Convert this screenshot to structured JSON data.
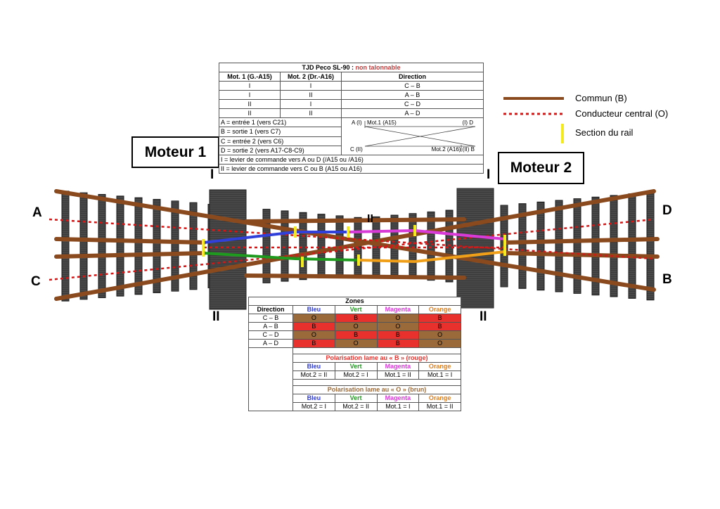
{
  "top_table": {
    "title": "TJD Peco SL-90 :",
    "title_note": "non talonnable",
    "col_mot1": "Mot. 1 (G.-A15)",
    "col_mot2": "Mot. 2 (Dr.-A16)",
    "col_direction": "Direction",
    "rows": [
      {
        "m1": "I",
        "m2": "I",
        "dir": "C – B"
      },
      {
        "m1": "I",
        "m2": "II",
        "dir": "A – B"
      },
      {
        "m1": "II",
        "m2": "I",
        "dir": "C – D"
      },
      {
        "m1": "II",
        "m2": "II",
        "dir": "A – D"
      }
    ],
    "entries": [
      "A = entrée 1 (vers C21)",
      "B = sortie 1 (vers C7)",
      "C = entrée 2 (vers C6)",
      "D = sortie 2 (vers A17-C8-C9)"
    ],
    "mini_diagram": {
      "a_label": "A (I)",
      "mot1_label": "Mot.1 (A15)",
      "d_label": "(I) D",
      "c_label": "C (II)",
      "mot2_label": "Mot.2 (A16) (II) B"
    },
    "note1": "I = levier de commande vers A ou D (/A15 ou /A16)",
    "note2": "II = levier de commande vers C ou B (A15 ou A16)"
  },
  "motors": {
    "motor1": "Moteur 1",
    "motor2": "Moteur 2"
  },
  "track_labels": {
    "A": "A",
    "B": "B",
    "C": "C",
    "D": "D",
    "m1_top": "I",
    "m1_bottom": "II",
    "m2_top": "I",
    "m2_bottom": "II",
    "center": "II"
  },
  "legend": {
    "common": "Commun (B)",
    "central": "Conducteur central (O)",
    "section": "Section du rail",
    "colors": {
      "common": "#8b4a1e",
      "central": "#d01818",
      "section": "#f4ea20"
    }
  },
  "zones": {
    "title": "Zones",
    "col_direction": "Direction",
    "col_bleu": "Bleu",
    "col_vert": "Vert",
    "col_magenta": "Magenta",
    "col_orange": "Orange",
    "rows": [
      {
        "dir": "C – B",
        "bleu": "O",
        "vert": "B",
        "magenta": "O",
        "orange": "B"
      },
      {
        "dir": "A – B",
        "bleu": "B",
        "vert": "O",
        "magenta": "O",
        "orange": "B"
      },
      {
        "dir": "C – D",
        "bleu": "O",
        "vert": "B",
        "magenta": "B",
        "orange": "O"
      },
      {
        "dir": "A – D",
        "bleu": "B",
        "vert": "O",
        "magenta": "B",
        "orange": "O"
      }
    ],
    "pol_b_title": "Polarisation lame au « B » (rouge)",
    "pol_b_values": [
      "Mot.2 = II",
      "Mot.2 = I",
      "Mot.1 = II",
      "Mot.1 = I"
    ],
    "pol_o_title": "Polarisation lame au « O » (brun)",
    "pol_o_values": [
      "Mot.2 = I",
      "Mot.2 = II",
      "Mot.1 = I",
      "Mot.1 = II"
    ]
  },
  "zone_colors": {
    "bleu": "#3040d8",
    "vert": "#1e9a1e",
    "magenta": "#d83ad8",
    "orange": "#f0a018",
    "B": "#e8312c",
    "O": "#9a6a3a"
  }
}
